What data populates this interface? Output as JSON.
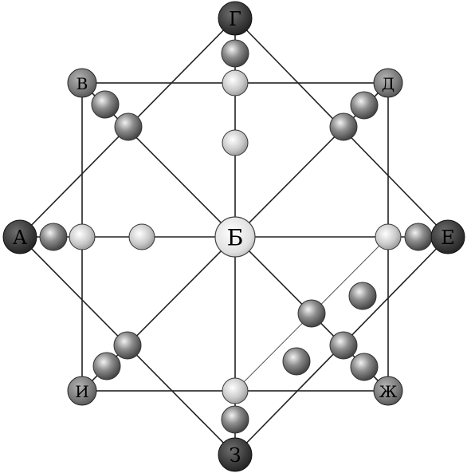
{
  "diagram": {
    "labels": {
      "A": "А",
      "B": "Б",
      "V": "В",
      "G": "Г",
      "D": "Д",
      "E": "Е",
      "ZH": "Ж",
      "Z": "З",
      "I": "И"
    },
    "colors": {
      "line": "#222222",
      "node_dark": "#3a3a3a",
      "node_medium": "#777777",
      "node_light": "#c4c4c4",
      "node_center": "#e6e6e6",
      "ball": "#8a8a8a"
    }
  }
}
